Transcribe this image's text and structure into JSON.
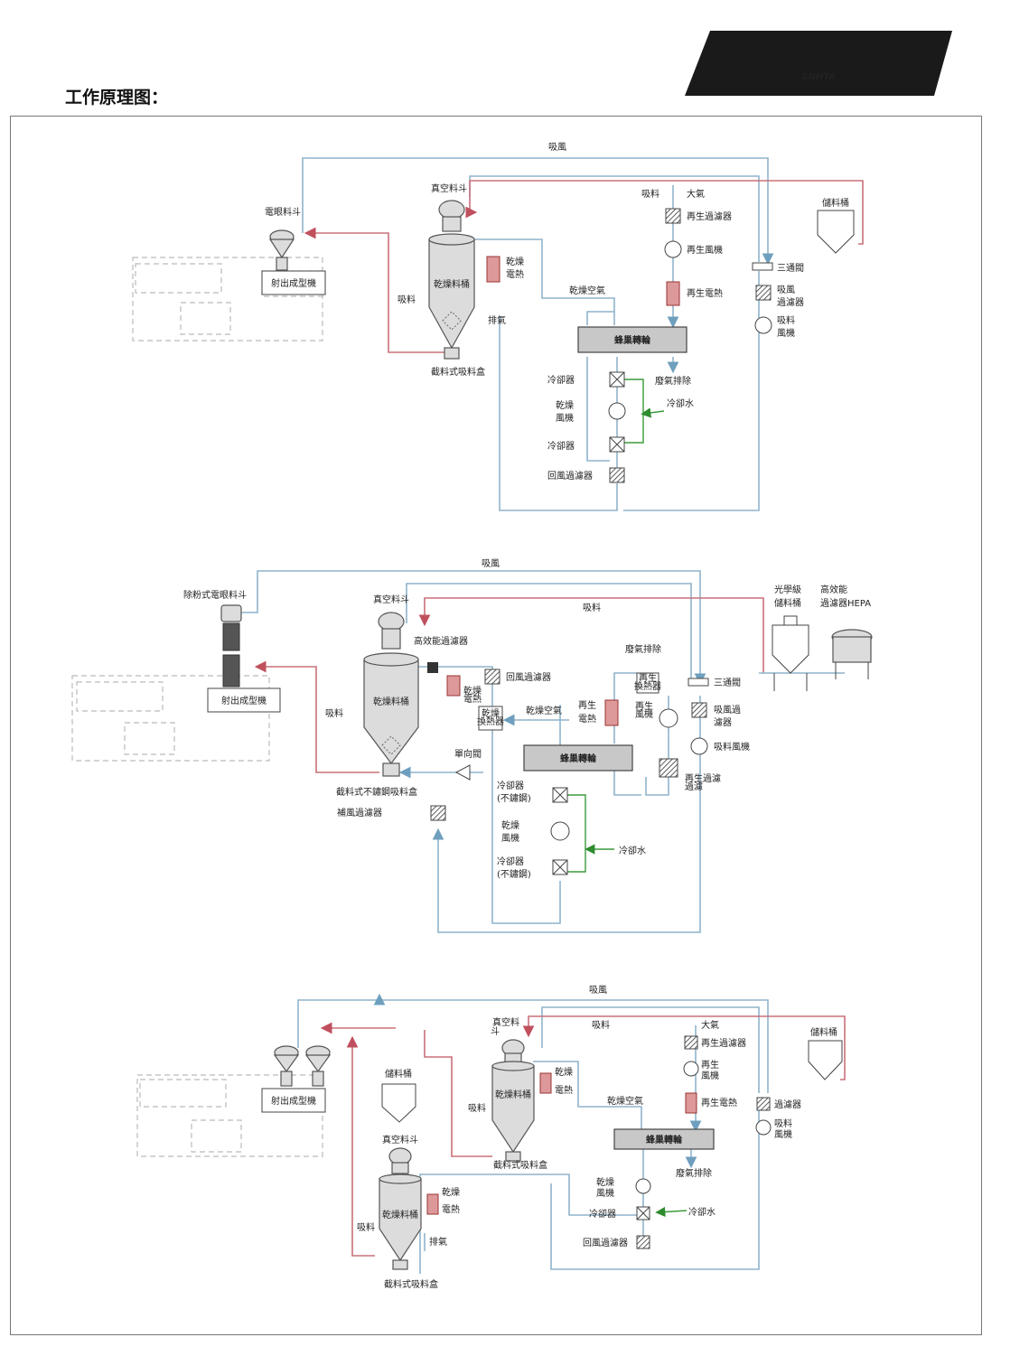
{
  "title": "工作原理图：",
  "logo_text": "SNHTA",
  "d1": {
    "suction_air": "吸風",
    "electric_hopper": "電眼料斗",
    "vacuum_hopper": "真空料斗",
    "suction_material_top": "吸料",
    "atmosphere": "大氣",
    "storage_bin": "儲料桶",
    "regen_filter": "再生過濾器",
    "regen_blower": "再生風機",
    "three_way_valve": "三通閥",
    "regen_heater": "再生電熱",
    "suction_filter": [
      "吸風",
      "過濾器"
    ],
    "suction_blower": [
      "吸料",
      "風機"
    ],
    "injection_machine": "射出成型機",
    "drying_hopper": "乾燥料桶",
    "drying_heater": [
      "乾燥",
      "電熱"
    ],
    "suction_material_left": "吸料",
    "drying_air": "乾燥空氣",
    "exhaust": "排氣",
    "honeycomb_wheel": "蜂巢轉輪",
    "material_box": "截料式吸料盒",
    "cooler_top": "冷卻器",
    "waste_exhaust": "廢氣排除",
    "drying_blower": [
      "乾燥",
      "風機"
    ],
    "cooling_water": "冷卻水",
    "cooler_bottom": "冷卻器",
    "return_filter": "回風過濾器"
  },
  "d2": {
    "suction_air": "吸風",
    "dust_hopper": "除粉式電眼料斗",
    "vacuum_hopper": "真空料斗",
    "suction_material_top": "吸料",
    "optical_bin": [
      "光學級",
      "儲料桶"
    ],
    "hepa": [
      "高效能",
      "過濾器HEPA"
    ],
    "hepa_filter": "高效能過濾器",
    "waste_exhaust": "廢氣排除",
    "return_filter": "回風過濾器",
    "three_way_valve": "三通閥",
    "injection_machine": "射出成型機",
    "drying_hopper": "乾燥料桶",
    "drying_heater_small": [
      "乾燥",
      "電熱"
    ],
    "drying_exchanger": [
      "乾燥",
      "換熱器"
    ],
    "regen_exchanger": [
      "再生",
      "換熱器"
    ],
    "regen_heater": [
      "再生",
      "電熱"
    ],
    "regen_blower_small": [
      "再生",
      "風機"
    ],
    "suction_filter": [
      "吸風過",
      "濾器"
    ],
    "suction_blower": "吸料風機",
    "suction_material_left": "吸料",
    "drying_air": "乾燥空氣",
    "honeycomb_wheel": "蜂巢轉輪",
    "check_valve": "單向閥",
    "material_box": "截料式不鏽鋼吸料盒",
    "makeup_filter": "補風過濾器",
    "regen_filter_small": [
      "再生過濾",
      "過濾"
    ],
    "cooler_top": [
      "冷卻器",
      "(不鏽鋼)"
    ],
    "drying_blower": [
      "乾燥",
      "風機"
    ],
    "cooling_water": "冷卻水",
    "cooler_bottom": [
      "冷卻器",
      "(不鏽鋼)"
    ]
  },
  "d3": {
    "suction_air": "吸風",
    "vacuum_hopper_top": [
      "真空料",
      "斗"
    ],
    "suction_material_top": "吸料",
    "atmosphere": "大氣",
    "storage_bin_right": "儲料桶",
    "regen_filter": "再生過濾器",
    "drying_heater_top": [
      "乾燥",
      "電熱"
    ],
    "regen_blower": [
      "再生",
      "風機"
    ],
    "storage_bin_left": "儲料桶",
    "injection_machine": "射出成型機",
    "drying_hopper_top": "乾燥料桶",
    "suction_material_mid": "吸料",
    "drying_air": "乾燥空氣",
    "regen_heater": "再生電熱",
    "filter": "過濾器",
    "suction_blower": [
      "吸料",
      "風機"
    ],
    "vacuum_hopper_bottom": "真空料斗",
    "material_box_top": "截料式吸料盒",
    "honeycomb_wheel": "蜂巢轉輪",
    "waste_exhaust": "廢氣排除",
    "drying_heater_bottom": [
      "乾燥",
      "電熱"
    ],
    "drying_blower": [
      "乾燥",
      "風機"
    ],
    "drying_hopper_bottom": "乾燥料桶",
    "cooler": "冷卻器",
    "cooling_water": "冷卻水",
    "suction_material_left": "吸料",
    "exhaust": "排氣",
    "return_filter": "回風過濾器",
    "material_box_bottom": "截料式吸料盒"
  }
}
